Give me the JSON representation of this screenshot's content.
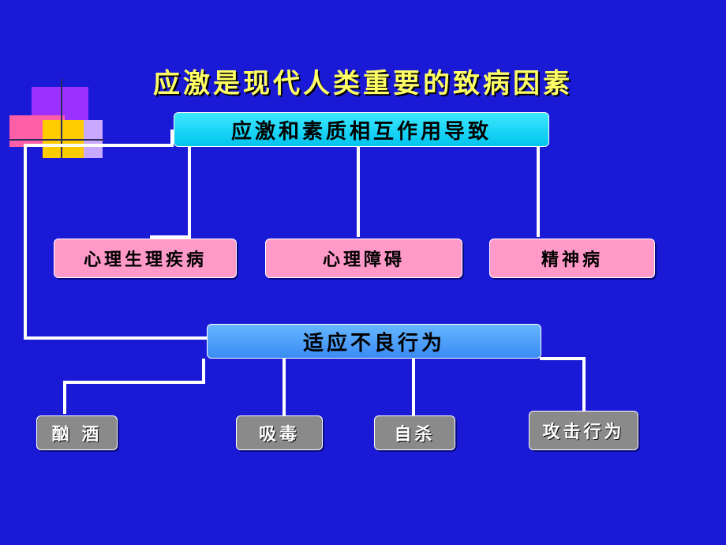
{
  "title": "应激是现代人类重要的致病因素",
  "top_box": "应激和素质相互作用导致",
  "diseases": [
    "心理生理疾病",
    "心理障碍",
    "精神病"
  ],
  "maladaptive_box": "适应不良行为",
  "behaviors": [
    "酗 酒",
    "吸毒",
    "自杀",
    "攻击行为"
  ],
  "colors": {
    "background": "#1a1ad6",
    "title": "#ffff66",
    "top_box": "#00d2ff",
    "maladaptive_box": "#4aa0ff",
    "disease_box": "#ff99c8",
    "behavior_box": "#8a8a8a",
    "connector": "#ffffff"
  }
}
